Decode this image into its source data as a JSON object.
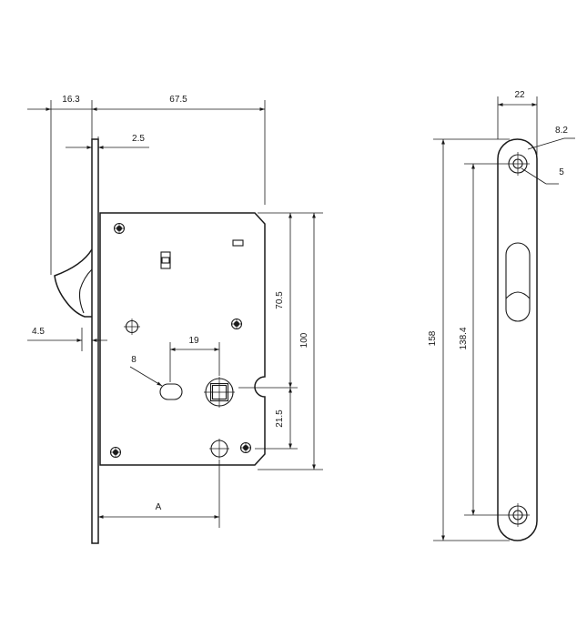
{
  "labels": {
    "dim_16_3": "16.3",
    "dim_67_5": "67.5",
    "dim_2_5": "2.5",
    "dim_4_5": "4.5",
    "dim_19": "19",
    "dim_8": "8",
    "dim_70_5": "70.5",
    "dim_100": "100",
    "dim_21_5": "21.5",
    "dim_a": "A",
    "dim_22": "22",
    "dim_8_2": "8.2",
    "dim_5": "5",
    "dim_158": "158",
    "dim_138_4": "138.4"
  },
  "colors": {
    "line": "#1a1a1a",
    "background": "#ffffff"
  }
}
